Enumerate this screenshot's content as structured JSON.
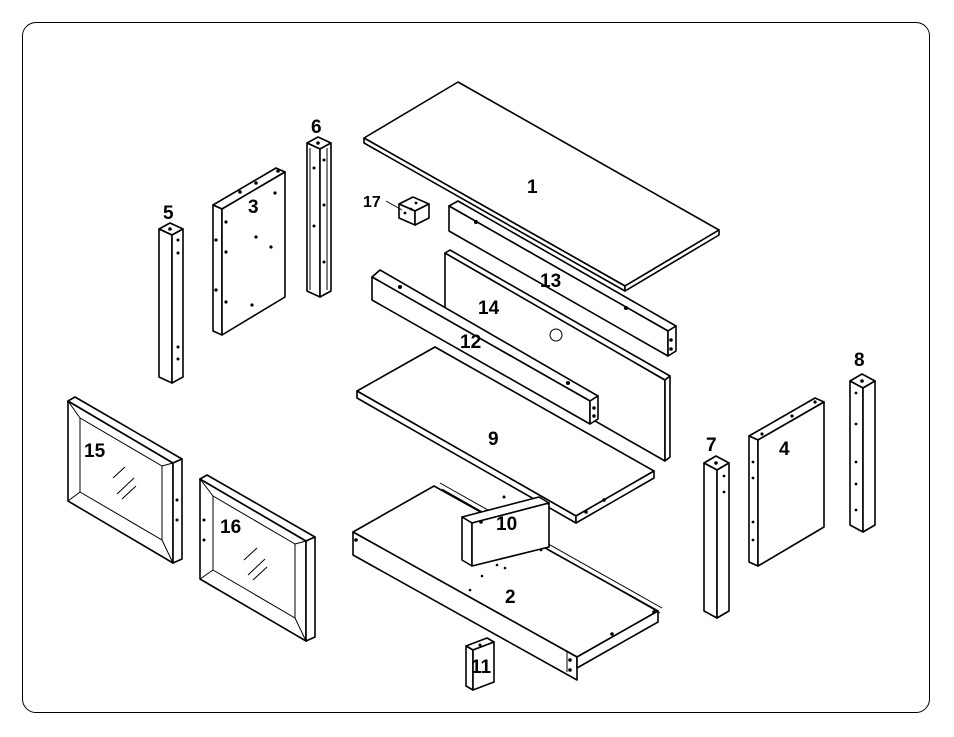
{
  "diagram": {
    "parts": [
      {
        "id": "panel-top",
        "label": "1"
      },
      {
        "id": "panel-bottom",
        "label": "2"
      },
      {
        "id": "side-left",
        "label": "3"
      },
      {
        "id": "side-right",
        "label": "4"
      },
      {
        "id": "leg-5",
        "label": "5"
      },
      {
        "id": "leg-6",
        "label": "6"
      },
      {
        "id": "leg-7",
        "label": "7"
      },
      {
        "id": "leg-8",
        "label": "8"
      },
      {
        "id": "shelf",
        "label": "9"
      },
      {
        "id": "divider",
        "label": "10"
      },
      {
        "id": "foot-block",
        "label": "11"
      },
      {
        "id": "rail-lower",
        "label": "12"
      },
      {
        "id": "rail-upper",
        "label": "13"
      },
      {
        "id": "back-panel",
        "label": "14"
      },
      {
        "id": "glass-door-left",
        "label": "15"
      },
      {
        "id": "glass-door-right",
        "label": "16"
      },
      {
        "id": "corner-block",
        "label": "17"
      }
    ]
  }
}
